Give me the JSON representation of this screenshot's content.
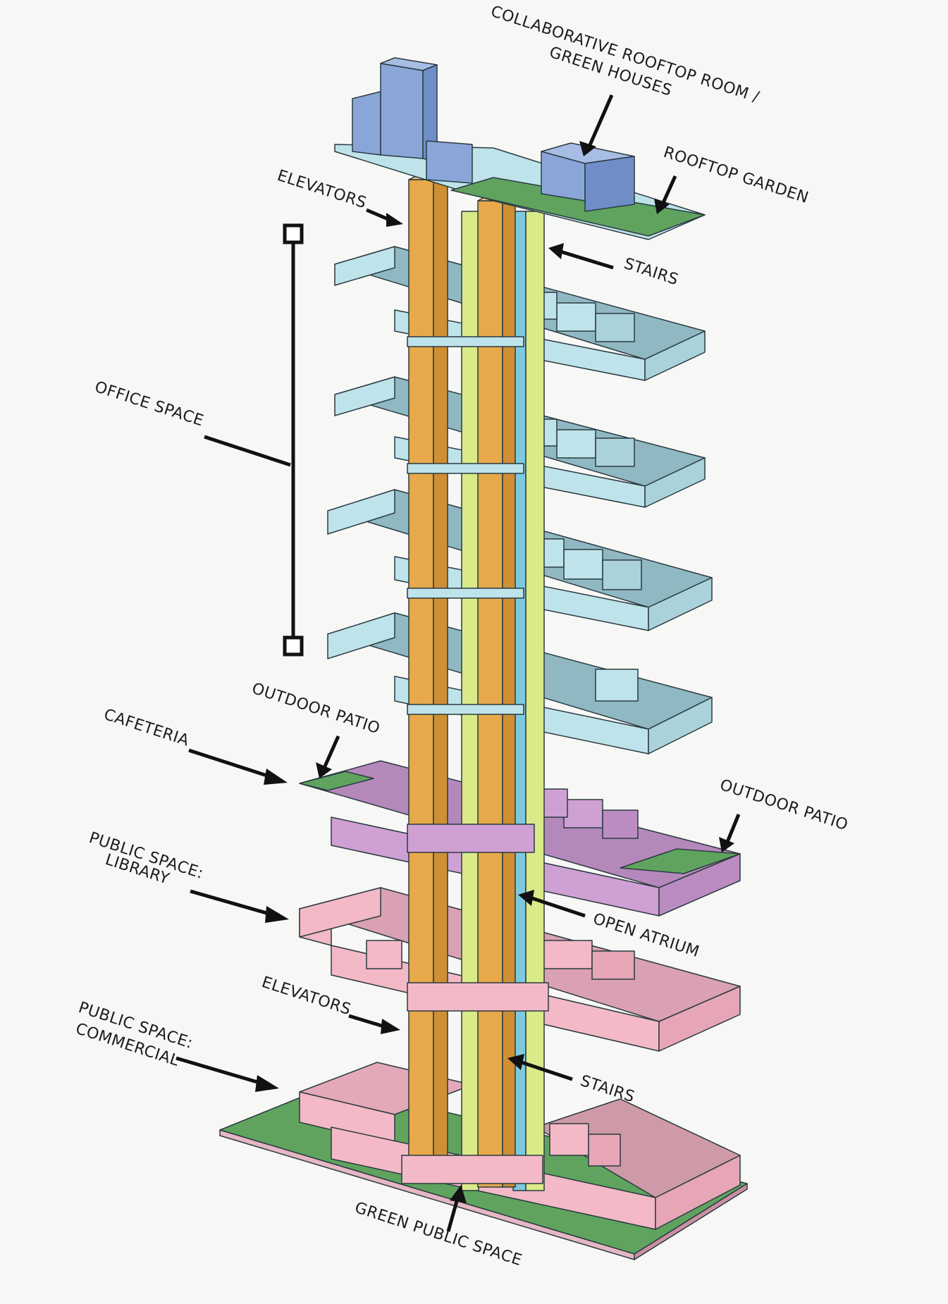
{
  "labels": {
    "rooftop_room": [
      "COLLABORATIVE ROOFTOP ROOM /",
      "GREEN HOUSES"
    ],
    "rooftop_garden": "ROOFTOP GARDEN",
    "elevators_top": "ELEVATORS",
    "stairs_top": "STAIRS",
    "office_space": "OFFICE SPACE",
    "outdoor_patio_left": "OUTDOOR PATIO",
    "cafeteria": "CAFETERIA",
    "outdoor_patio_right": "OUTDOOR PATIO",
    "library": [
      "PUBLIC SPACE:",
      "LIBRARY"
    ],
    "open_atrium": "OPEN ATRIUM",
    "elevators_bottom": "ELEVATORS",
    "commercial": [
      "PUBLIC SPACE:",
      "COMMERCIAL"
    ],
    "stairs_bottom": "STAIRS",
    "green_public_space": "GREEN PUBLIC SPACE"
  },
  "colors": {
    "elevator": "#e7a94b",
    "stair": "#d9ea88",
    "atrium": "#7fc9e0",
    "office": "#bfe3ea",
    "cafeteria": "#cfa0d3",
    "public": "#f3b9c6",
    "garden": "#5fa35f",
    "rooftop_room": "#8aa6d8"
  }
}
